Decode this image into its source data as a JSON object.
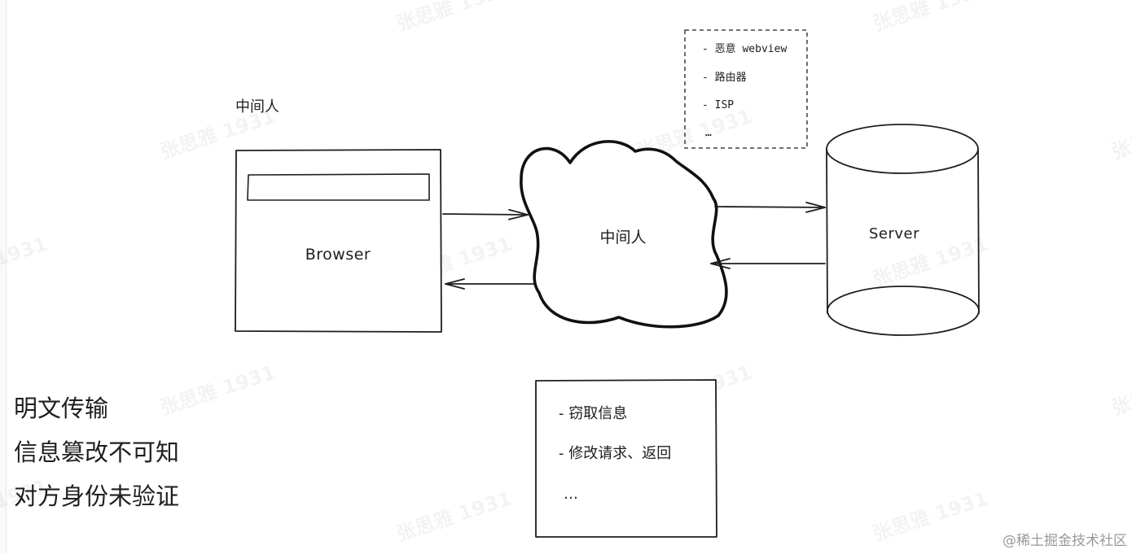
{
  "diagram": {
    "top_label": "中间人",
    "browser_label": "Browser",
    "cloud_label": "中间人",
    "server_label": "Server",
    "source_list": {
      "items": [
        "- 恶意 webview",
        "- 路由器",
        "- ISP",
        "…"
      ]
    },
    "effects_list": {
      "items": [
        "- 窃取信息",
        "- 修改请求、返回",
        "…"
      ]
    }
  },
  "summary": {
    "lines": [
      "明文传输",
      "信息篡改不可知",
      "对方身份未验证"
    ]
  },
  "watermark": "张思雅 1931",
  "credit": "@稀土掘金技术社区"
}
